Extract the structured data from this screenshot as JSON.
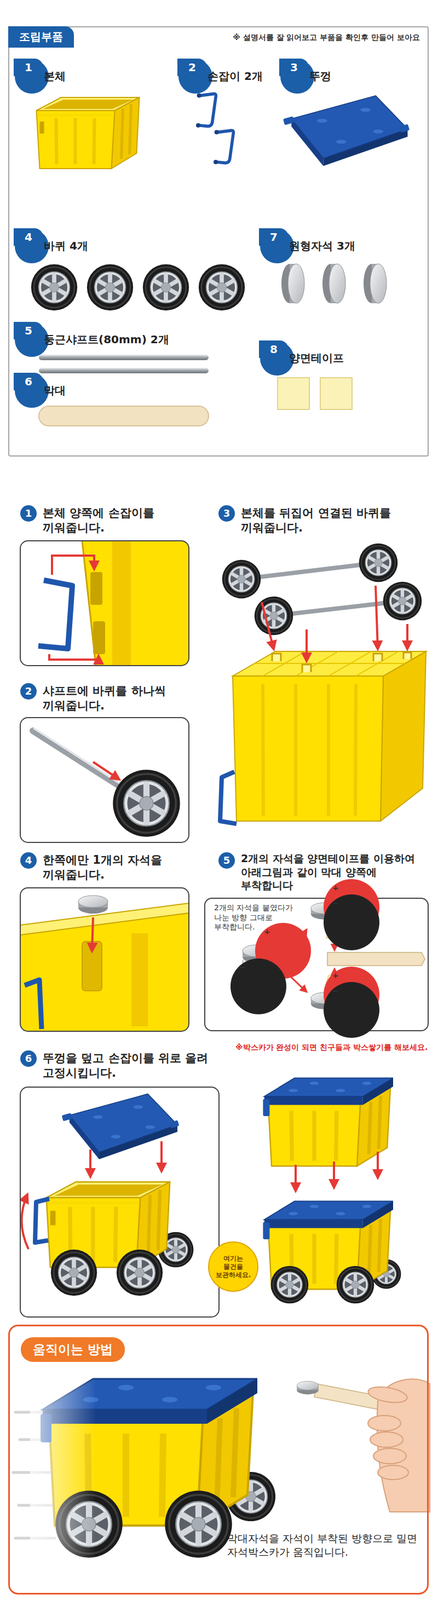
{
  "diagram": {
    "nodes": [
      {
        "text": [
          "조립부품",
          "※ 설명서를 잘 읽어보고 부품을 확인후 만들어 보아요"
        ]
      },
      {
        "text": [
          "1"
        ],
        "in": 0
      },
      {
        "text": [
          "2"
        ],
        "in": 0
      },
      {
        "text": [
          "3"
        ],
        "in": 0
      },
      {
        "text": [
          "4"
        ],
        "in": 0
      },
      {
        "text": [
          "7"
        ],
        "in": 0
      },
      {
        "text": [
          "5"
        ],
        "in": 0
      },
      {
        "text": [
          "8"
        ],
        "in": 0
      },
      {
        "text": [
          "6"
        ],
        "in": 0
      },
      {
        "text": [
          "1"
        ]
      },
      {
        "text": [
          "3"
        ]
      },
      {
        "text": [
          "2"
        ]
      },
      {
        "text": [
          "4"
        ]
      },
      {
        "text": [
          "5"
        ]
      },
      {
        "text": [
          "2개의 자석을 붙였다가 나눈 방향 그대로 부착합니다."
        ]
      },
      {
        "text": [
          "+"
        ],
        "in": 14
      },
      {
        "text": [
          "−"
        ],
        "in": 14
      },
      {
        "text": [
          "+"
        ],
        "in": 14
      },
      {
        "text": [
          "−"
        ],
        "in": 14
      },
      {
        "text": [
          "+"
        ],
        "in": 14
      },
      {
        "text": [
          "−"
        ],
        "in": 14
      },
      {
        "text": [
          "6"
        ]
      },
      {
        "text": [
          "여기는 물건을 보관하세요."
        ]
      },
      {
        "text": [
          "움직이는 방법",
          "막대자석을 자석이 부착된 방향으로 밀면 자석박스카가 움직입니다."
        ]
      }
    ],
    "labels": [
      "본체",
      "손잡이 2개",
      "뚜껑",
      "바퀴 4개",
      "원형자석 3개",
      "둥근샤프트(80mm) 2개",
      "양면테이프",
      "막대",
      "본체 양쪽에 손잡이를 끼워줍니다.",
      "본체를 뒤집어 연결된 바퀴를 끼워줍니다.",
      "샤프트에 바퀴를 하나씩 끼워줍니다.",
      "한쪽에만 1개의 자석을 끼워줍니다.",
      "2개의 자석을 양면테이프를 이용하여 아래그림과 같이 막대 양쪽에 부착합니다",
      "※박스카가 완성이 되면 친구들과 박스쌓기를 해보세요.",
      "뚜껑을 덮고 손잡이를 위로 올려 고정시킵니다."
    ]
  }
}
